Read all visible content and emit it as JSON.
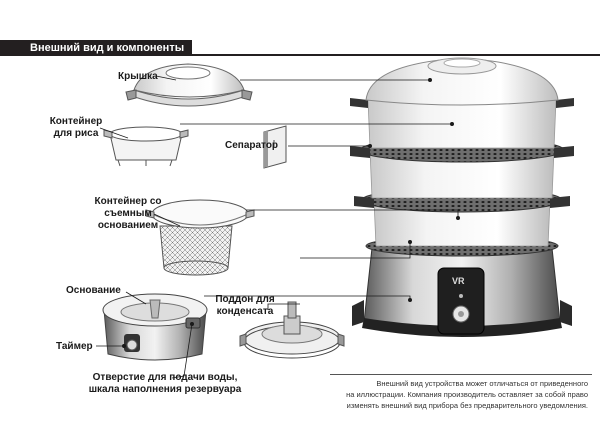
{
  "header": {
    "title": "Внешний вид и компоненты"
  },
  "labels": {
    "lid": "Крышка",
    "rice_container_1": "Контейнер",
    "rice_container_2": "для риса",
    "separator": "Сепаратор",
    "removable_container_1": "Контейнер со",
    "removable_container_2": "съемным",
    "removable_container_3": "основанием",
    "base": "Основание",
    "condensate_tray_1": "Поддон для",
    "condensate_tray_2": "конденсата",
    "timer": "Таймер",
    "water_inlet_1": "Отверстие для подачи воды,",
    "water_inlet_2": "шкала наполнения резервуара"
  },
  "device": {
    "logo": "VR"
  },
  "disclaimer": {
    "line1": "Внешний вид устройства может отличаться от приведенного",
    "line2": "на иллюстрации. Компания производитель оставляет за собой право",
    "line3": "изменять внешний вид прибора без предварительного уведомления."
  }
}
